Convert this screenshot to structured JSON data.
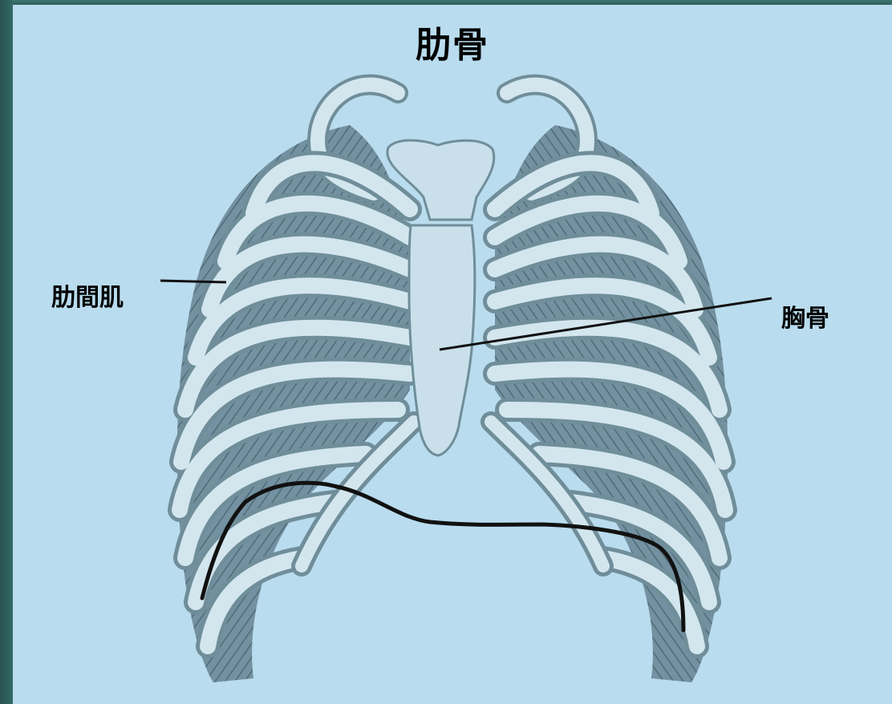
{
  "diagram": {
    "title": "肋骨",
    "labels": {
      "intercostal_muscle": "肋間肌",
      "sternum": "胸骨"
    }
  },
  "colors": {
    "slide_border": "#2f5f5c",
    "background": "#b9dcee",
    "bone": "#d3e6ee",
    "bone_outline": "#6f8e9a",
    "muscle": "#5f7e8a",
    "label_line": "#111111"
  }
}
